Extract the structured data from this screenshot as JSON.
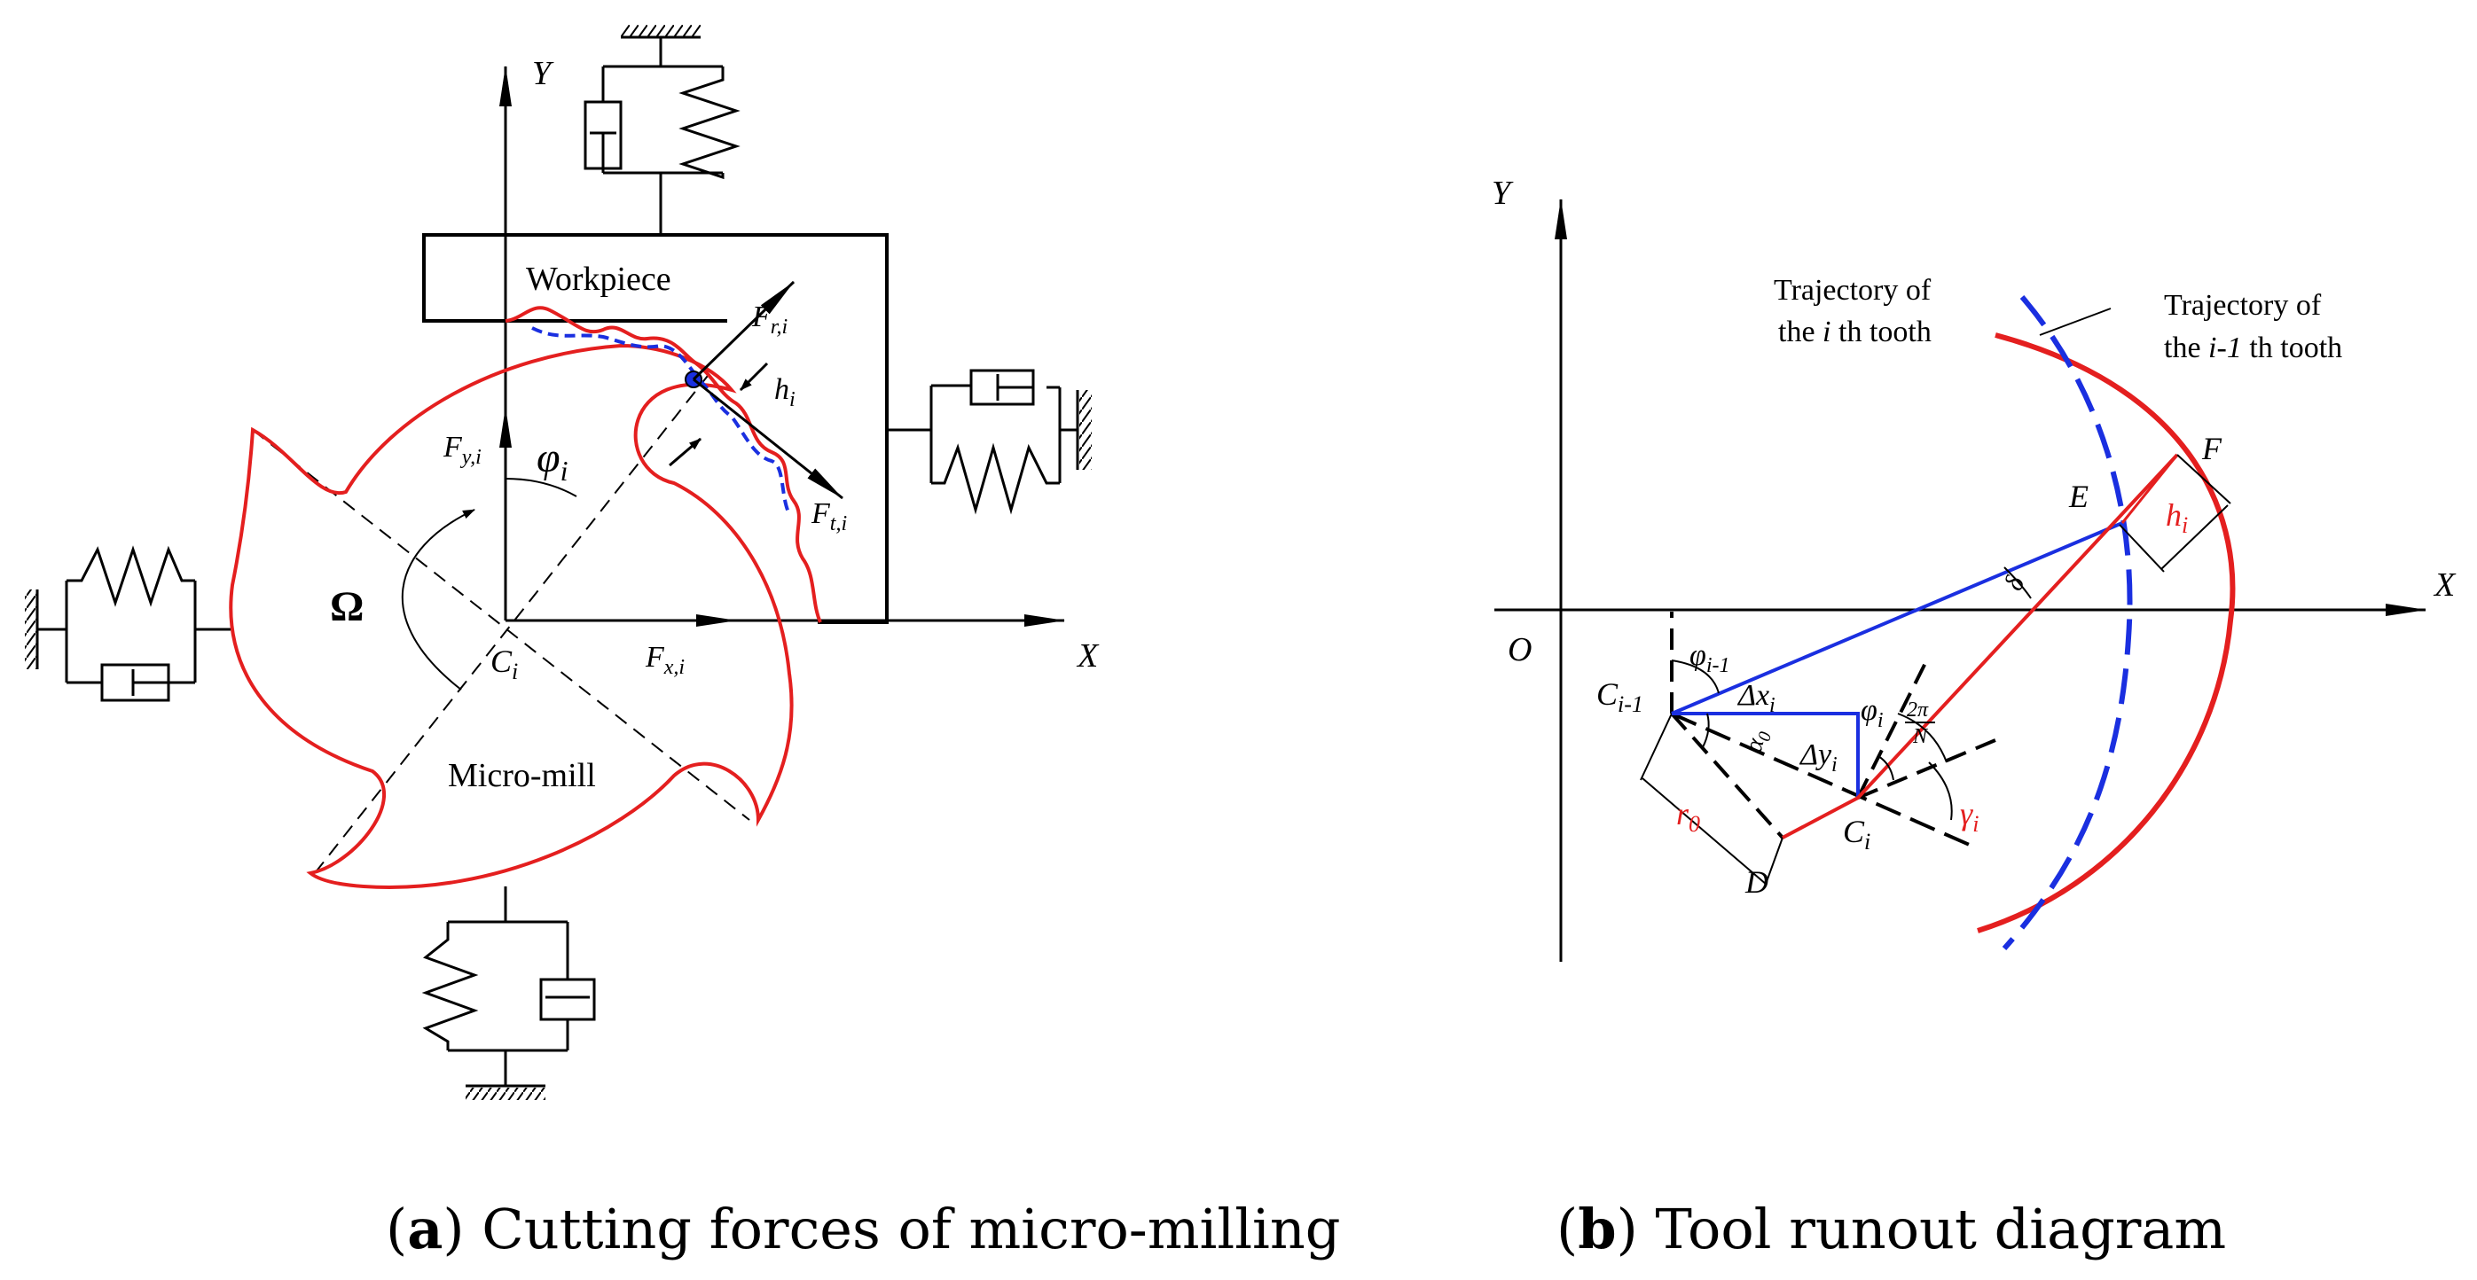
{
  "panel_a": {
    "caption_letter": "a",
    "caption_text": " Cutting forces of micro-milling",
    "axis_x": "X",
    "axis_y": "Y",
    "workpiece": "Workpiece",
    "micro_mill": "Micro-mill",
    "omega": "Ω",
    "center_main": "C",
    "center_sub": "i",
    "phi_main": "φ",
    "phi_sub": "i",
    "f_ri_main": "F",
    "f_ri_sub": "r,i",
    "f_ti_main": "F",
    "f_ti_sub": "t,i",
    "f_yi_main": "F",
    "f_yi_sub": "y,i",
    "f_xi_main": "F",
    "f_xi_sub": "x,i",
    "h_main": "h",
    "h_sub": "i"
  },
  "panel_b": {
    "caption_letter": "b",
    "caption_text": " Tool runout diagram",
    "axis_x": "X",
    "axis_y": "Y",
    "origin": "O",
    "traj_i_line1": "Trajectory of",
    "traj_i_pre": "the ",
    "traj_i_it": "i",
    "traj_i_post": " th tooth",
    "traj_i1_line1": "Trajectory of",
    "traj_i1_pre": "the ",
    "traj_i1_it": "i-1",
    "traj_i1_post": " th tooth",
    "point_e": "E",
    "point_f": "F",
    "point_d": "D",
    "ci1_main": "C",
    "ci1_sub": "i-1",
    "ci_main": "C",
    "ci_sub": "i",
    "phi_i1_main": "φ",
    "phi_i1_sub": "i-1",
    "phi_i_main": "φ",
    "phi_i_sub": "i",
    "dx_main": "Δx",
    "dx_sub": "i",
    "dy_main": "Δy",
    "dy_sub": "i",
    "alpha0": "α",
    "alpha0_sub": "0",
    "r0_main": "r",
    "r0_sub": "0",
    "gamma_main": "γ",
    "gamma_sub": "i",
    "delta": "δ",
    "frac_num": "2π",
    "frac_den": "N",
    "h_main": "h",
    "h_sub": "i"
  },
  "colors": {
    "tool_red": "#e41f1f",
    "traj_blue": "#1a2fe0",
    "ink": "#000000"
  }
}
